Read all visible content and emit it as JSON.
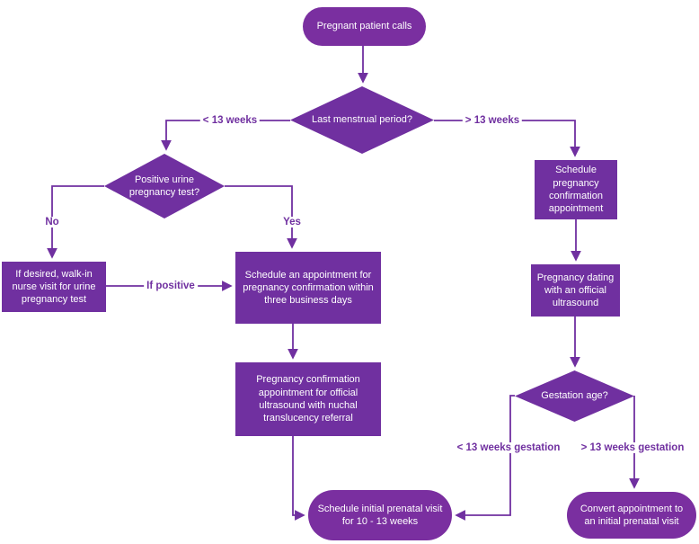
{
  "diagram": {
    "type": "flowchart",
    "colors": {
      "node_fill": "#7030a0",
      "pill_fill": "#7a2fa0",
      "connector": "#7030a0",
      "node_text": "#ffffff",
      "edge_label_text": "#7030a0",
      "background": "#ffffff"
    },
    "nodes": {
      "start": {
        "shape": "pill",
        "label": "Pregnant patient calls"
      },
      "lmp": {
        "shape": "diamond",
        "label": "Last menstrual period?"
      },
      "pos_test": {
        "shape": "diamond",
        "label": "Positive urine pregnancy test?"
      },
      "walkin": {
        "shape": "rect",
        "label": "If desired, walk-in nurse visit for urine pregnancy test"
      },
      "sched_appt": {
        "shape": "rect",
        "label": "Schedule an appointment for pregnancy confirmation within three business days"
      },
      "confirm_appt": {
        "shape": "rect",
        "label": "Pregnancy confirmation appointment for official ultrasound with nuchal translucency referral"
      },
      "sched_confirm": {
        "shape": "rect",
        "label": "Schedule pregnancy confirmation appointment"
      },
      "dating": {
        "shape": "rect",
        "label": "Pregnancy dating with an official ultrasound"
      },
      "gest_age": {
        "shape": "diamond",
        "label": "Gestation age?"
      },
      "initial_visit": {
        "shape": "pill",
        "label": "Schedule initial prenatal visit for 10 - 13 weeks"
      },
      "convert": {
        "shape": "pill",
        "label": "Convert appointment to an initial prenatal visit"
      }
    },
    "edges": [
      {
        "from": "start",
        "to": "lmp",
        "label": ""
      },
      {
        "from": "lmp",
        "to": "pos_test",
        "label": "< 13 weeks"
      },
      {
        "from": "lmp",
        "to": "sched_confirm",
        "label": "> 13 weeks"
      },
      {
        "from": "pos_test",
        "to": "walkin",
        "label": "No"
      },
      {
        "from": "pos_test",
        "to": "sched_appt",
        "label": "Yes"
      },
      {
        "from": "walkin",
        "to": "sched_appt",
        "label": "If positive"
      },
      {
        "from": "sched_appt",
        "to": "confirm_appt",
        "label": ""
      },
      {
        "from": "confirm_appt",
        "to": "initial_visit",
        "label": ""
      },
      {
        "from": "sched_confirm",
        "to": "dating",
        "label": ""
      },
      {
        "from": "dating",
        "to": "gest_age",
        "label": ""
      },
      {
        "from": "gest_age",
        "to": "initial_visit",
        "label": "< 13 weeks gestation"
      },
      {
        "from": "gest_age",
        "to": "convert",
        "label": "> 13 weeks gestation"
      }
    ]
  }
}
